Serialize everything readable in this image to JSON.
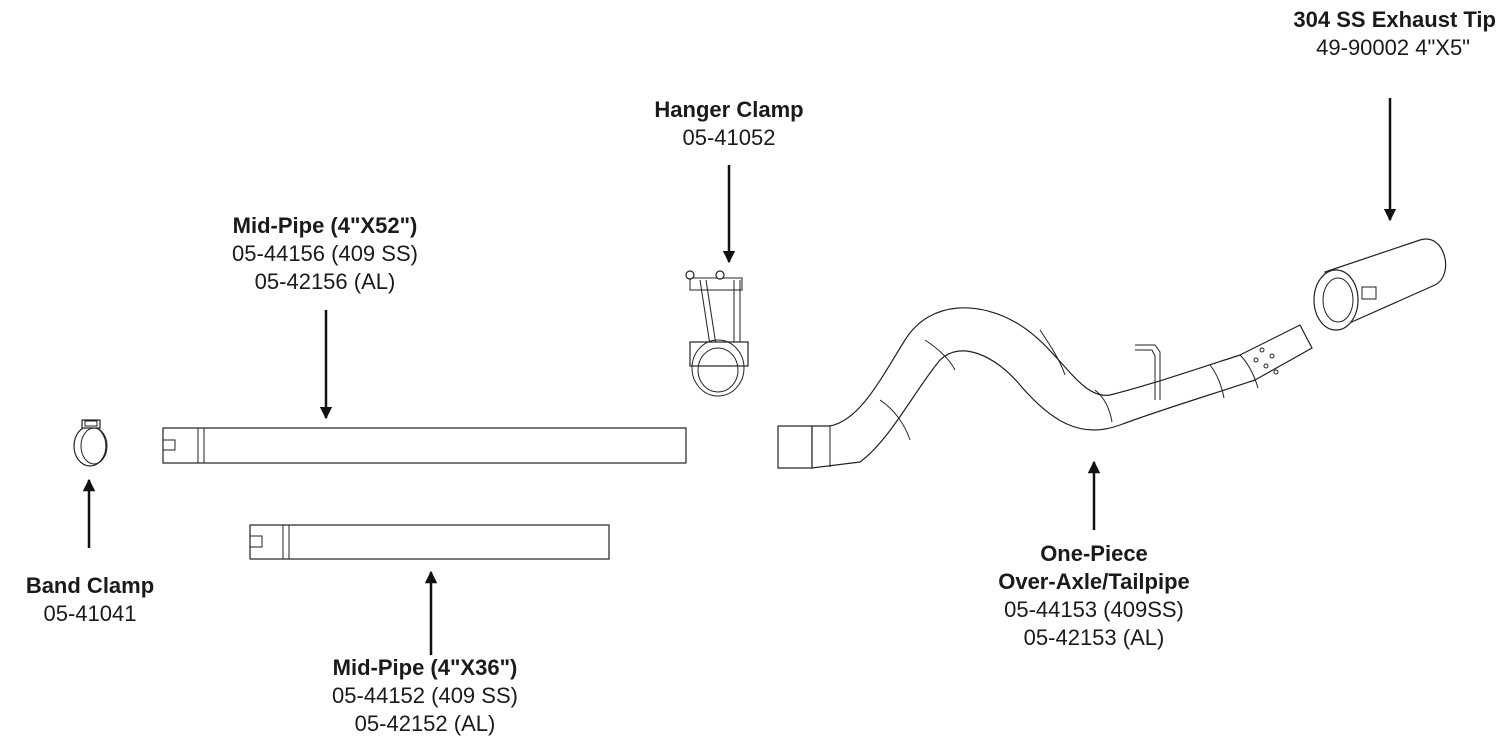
{
  "labels": {
    "exhaust_tip": {
      "title": "304 SS Exhaust Tip",
      "lines": [
        "49-90002 4\"X5\""
      ]
    },
    "hanger_clamp": {
      "title": "Hanger Clamp",
      "lines": [
        "05-41052"
      ]
    },
    "mid_pipe_52": {
      "title": "Mid-Pipe (4\"X52\")",
      "lines": [
        "05-44156 (409 SS)",
        "05-42156 (AL)"
      ]
    },
    "band_clamp": {
      "title": "Band Clamp",
      "lines": [
        "05-41041"
      ]
    },
    "mid_pipe_36": {
      "title": "Mid-Pipe (4\"X36\")",
      "lines": [
        "05-44152 (409 SS)",
        "05-42152 (AL)"
      ]
    },
    "over_axle": {
      "title_lines": [
        "One-Piece",
        "Over-Axle/Tailpipe"
      ],
      "lines": [
        "05-44153 (409SS)",
        "05-42153 (AL)"
      ]
    }
  },
  "colors": {
    "line": "#222222",
    "text": "#1a1a1a",
    "background": "#ffffff"
  }
}
